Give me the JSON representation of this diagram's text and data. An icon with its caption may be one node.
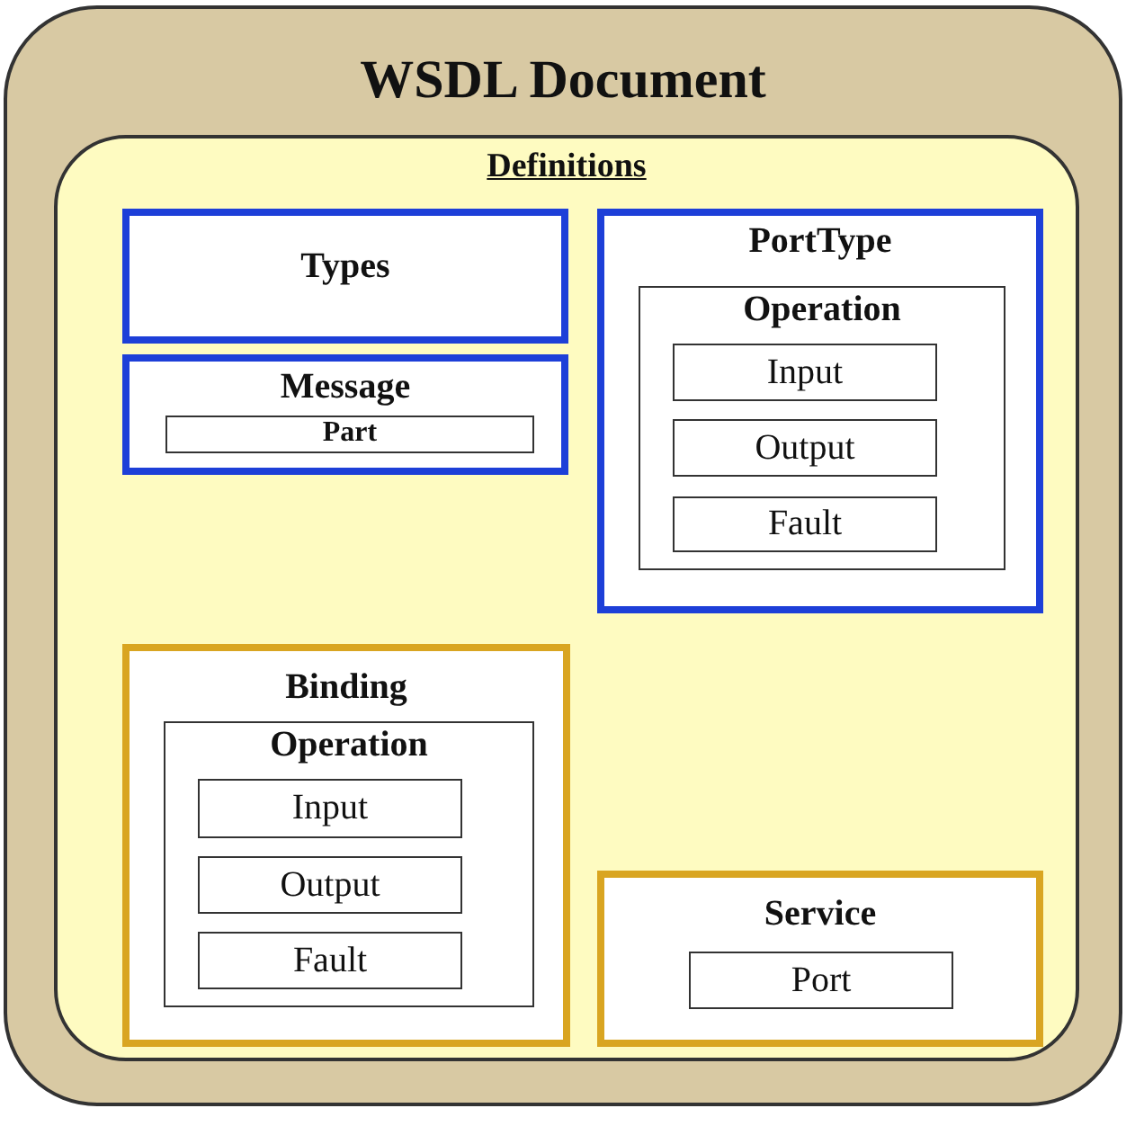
{
  "diagram": {
    "nodes": [
      {
        "text": [
          "WSDL Document"
        ]
      },
      {
        "text": [
          "Definitions"
        ],
        "in": 0
      },
      {
        "text": [
          "Types"
        ],
        "in": 1
      },
      {
        "text": [
          "Message"
        ],
        "in": 1
      },
      {
        "text": [
          "Part"
        ],
        "in": 3
      },
      {
        "text": [
          "PortType"
        ],
        "in": 1
      },
      {
        "text": [
          "Operation"
        ],
        "in": 5
      },
      {
        "text": [
          "Input"
        ],
        "in": 6
      },
      {
        "text": [
          "Output"
        ],
        "in": 6
      },
      {
        "text": [
          "Fault"
        ],
        "in": 6
      },
      {
        "text": [
          "Binding"
        ],
        "in": 1
      },
      {
        "text": [
          "Operation"
        ],
        "in": 10
      },
      {
        "text": [
          "Input"
        ],
        "in": 11
      },
      {
        "text": [
          "Output"
        ],
        "in": 11
      },
      {
        "text": [
          "Fault"
        ],
        "in": 11
      },
      {
        "text": [
          "Service"
        ],
        "in": 1
      },
      {
        "text": [
          "Port"
        ],
        "in": 15
      }
    ]
  }
}
